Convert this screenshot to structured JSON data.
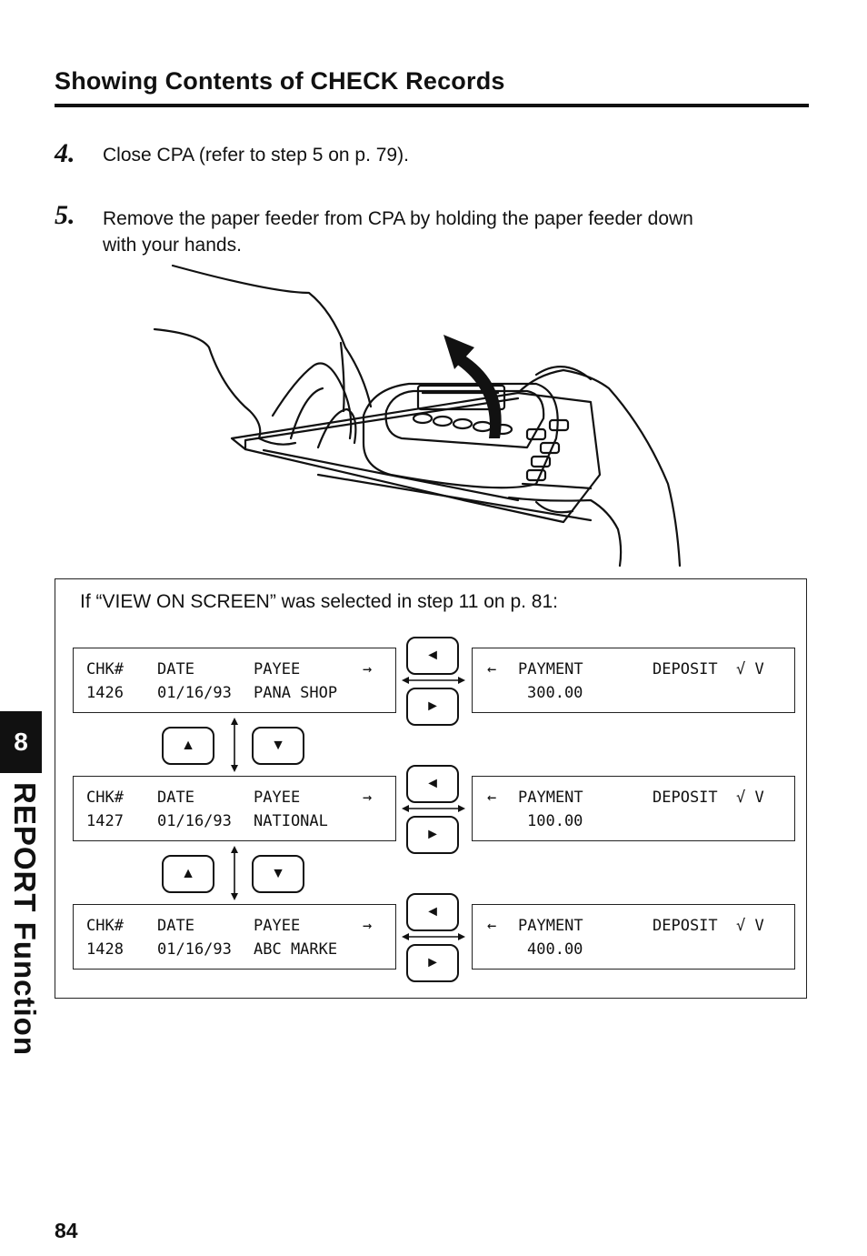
{
  "header": {
    "title": "Showing Contents of CHECK Records"
  },
  "steps": [
    {
      "number": "4.",
      "text": "Close CPA (refer to step 5 on p. 79)."
    },
    {
      "number": "5.",
      "line1": "Remove the paper feeder from CPA by holding the paper feeder down",
      "line2": "with your hands."
    }
  ],
  "panel": {
    "title": "If “VIEW ON SCREEN” was selected in step 11 on p. 81:",
    "records": [
      {
        "left": {
          "h_chk": "CHK#",
          "h_date": "DATE",
          "h_payee": "PAYEE",
          "h_arrow": "→",
          "chk": "1426",
          "date": "01/16/93",
          "payee": "PANA SHOP"
        },
        "right": {
          "h_arrow": "←",
          "h_payment": "PAYMENT",
          "h_deposit": "DEPOSIT",
          "h_check": "√ V",
          "payment": "300.00"
        }
      },
      {
        "left": {
          "h_chk": "CHK#",
          "h_date": "DATE",
          "h_payee": "PAYEE",
          "h_arrow": "→",
          "chk": "1427",
          "date": "01/16/93",
          "payee": "NATIONAL"
        },
        "right": {
          "h_arrow": "←",
          "h_payment": "PAYMENT",
          "h_deposit": "DEPOSIT",
          "h_check": "√ V",
          "payment": "100.00"
        }
      },
      {
        "left": {
          "h_chk": "CHK#",
          "h_date": "DATE",
          "h_payee": "PAYEE",
          "h_arrow": "→",
          "chk": "1428",
          "date": "01/16/93",
          "payee": "ABC MARKE"
        },
        "right": {
          "h_arrow": "←",
          "h_payment": "PAYMENT",
          "h_deposit": "DEPOSIT",
          "h_check": "√ V",
          "payment": "400.00"
        }
      }
    ],
    "keys": {
      "left": "◄",
      "right": "►",
      "up": "▲",
      "down": "▼"
    }
  },
  "side_tab": {
    "number": "8",
    "section": "REPORT Function"
  },
  "footer": {
    "page_number": "84"
  },
  "icons": [
    "left-key-icon",
    "right-key-icon",
    "up-key-icon",
    "down-key-icon",
    "curved-arrow-icon"
  ]
}
